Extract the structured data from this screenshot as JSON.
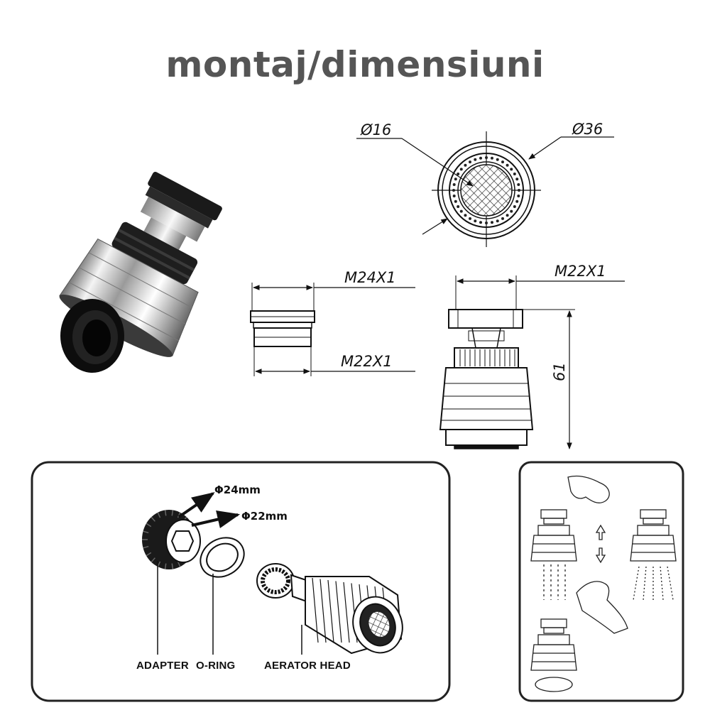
{
  "title": "montaj/dimensiuni",
  "top_view": {
    "inner_diameter": "Ø16",
    "outer_diameter": "Ø36"
  },
  "adapter_drawing": {
    "thread_top": "M24X1",
    "thread_bottom": "M22X1"
  },
  "aerator_drawing": {
    "thread": "M22X1",
    "height": "61"
  },
  "assembly": {
    "adapter_outer": "Φ24mm",
    "adapter_inner": "Φ22mm",
    "labels": {
      "adapter": "ADAPTER",
      "oring": "O-RING",
      "aerator_head": "AERATOR HEAD"
    }
  }
}
